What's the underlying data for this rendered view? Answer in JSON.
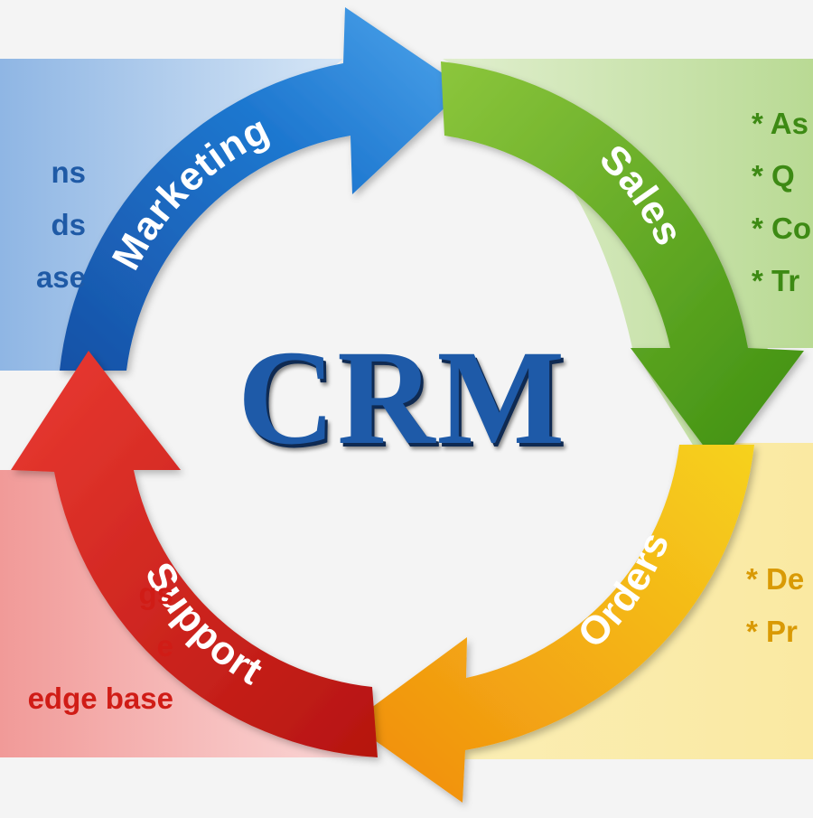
{
  "center": {
    "title": "CRM"
  },
  "colors": {
    "marketing": "#1f6fc6",
    "sales": "#4aa11c",
    "orders": "#f2b70f",
    "support": "#d3231b"
  },
  "stages": {
    "marketing": {
      "label": "Marketing",
      "items": [
        "ns",
        "ds",
        "ase"
      ]
    },
    "sales": {
      "label": "Sales",
      "items": [
        "* As",
        "* Q",
        "* Co",
        "* Tr"
      ]
    },
    "orders": {
      "label": "Orders",
      "items": [
        "* De",
        "* Pr"
      ]
    },
    "support": {
      "label": "Support",
      "items": [
        "gs",
        "e",
        "edge base"
      ]
    }
  }
}
